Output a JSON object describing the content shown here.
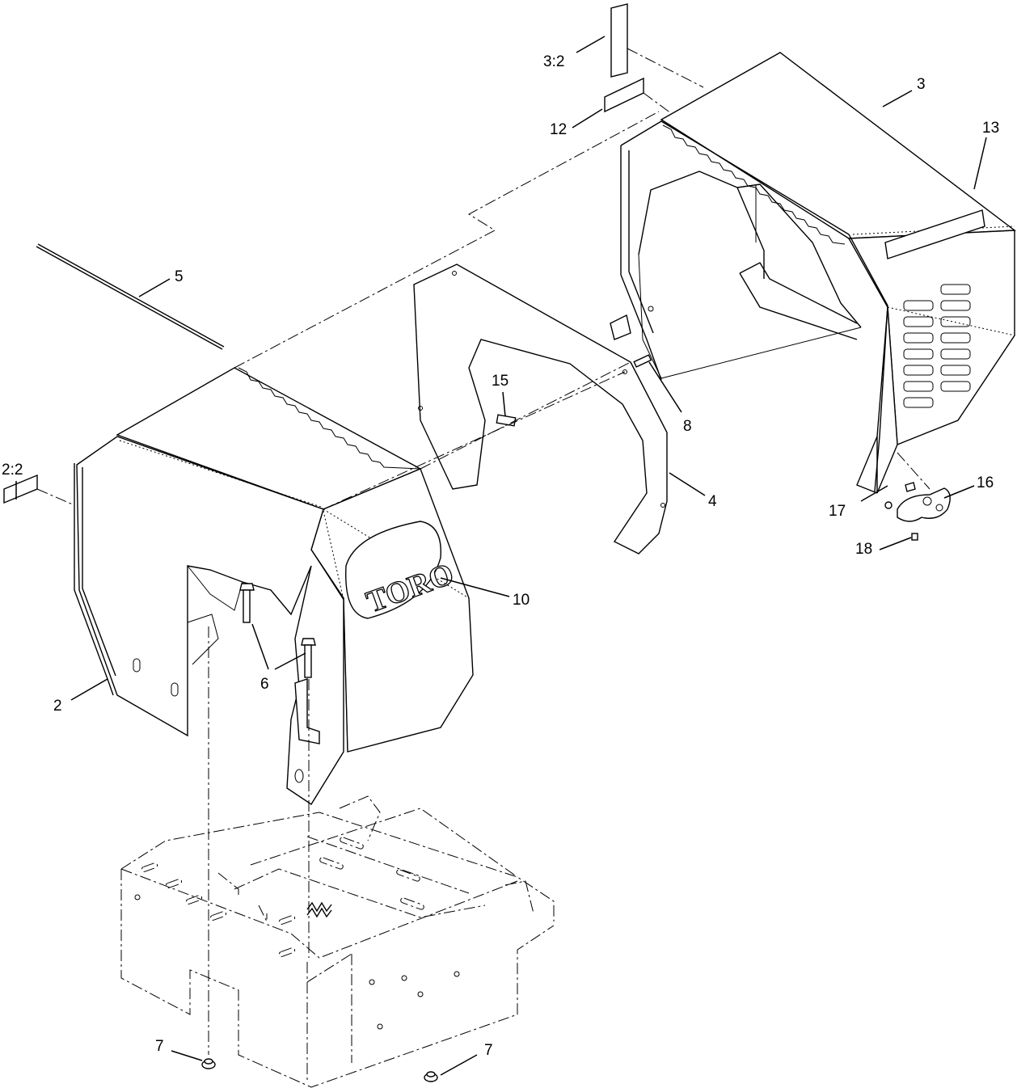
{
  "diagram": {
    "brand_logo": "TORO",
    "callouts": [
      {
        "id": "c-3-2",
        "label": "3:2"
      },
      {
        "id": "c-12",
        "label": "12"
      },
      {
        "id": "c-3",
        "label": "3"
      },
      {
        "id": "c-13",
        "label": "13"
      },
      {
        "id": "c-5",
        "label": "5"
      },
      {
        "id": "c-15",
        "label": "15"
      },
      {
        "id": "c-8",
        "label": "8"
      },
      {
        "id": "c-2-2",
        "label": "2:2"
      },
      {
        "id": "c-4",
        "label": "4"
      },
      {
        "id": "c-16",
        "label": "16"
      },
      {
        "id": "c-17",
        "label": "17"
      },
      {
        "id": "c-18",
        "label": "18"
      },
      {
        "id": "c-10",
        "label": "10"
      },
      {
        "id": "c-6",
        "label": "6"
      },
      {
        "id": "c-2",
        "label": "2"
      },
      {
        "id": "c-7a",
        "label": "7"
      },
      {
        "id": "c-7b",
        "label": "7"
      }
    ]
  }
}
